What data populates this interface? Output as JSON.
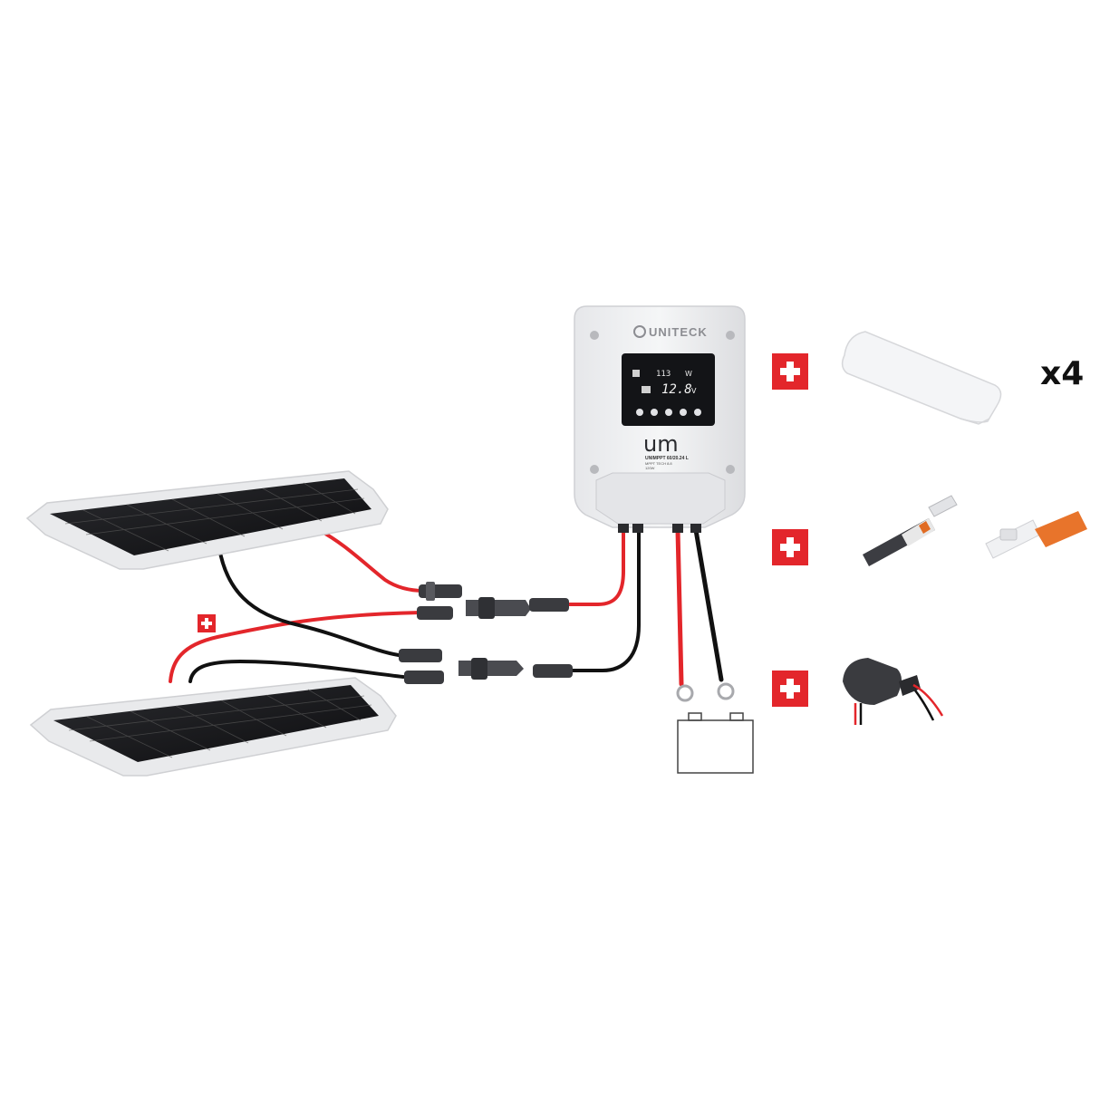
{
  "controller": {
    "brand": "UNITECK",
    "logo_mark": "um",
    "model": "UNIMPPT 60/20.24 L",
    "spec_line_1": "MPPT TECH 8.8",
    "spec_line_2": "120W",
    "display": {
      "power_value": "113",
      "power_unit": "W",
      "voltage_value": "12.8",
      "voltage_unit": "V"
    }
  },
  "accessories": {
    "mounting_spoiler": {
      "quantity": "x4"
    }
  },
  "colors": {
    "positive_cable": "#e3262b",
    "negative_cable": "#111111",
    "plus_badge": "#e3262b",
    "controller_body": "#f0f1f3"
  },
  "icons": [
    "plus-icon",
    "solar-panel-icon",
    "battery-icon",
    "connector-icon",
    "ring-terminal-icon"
  ]
}
